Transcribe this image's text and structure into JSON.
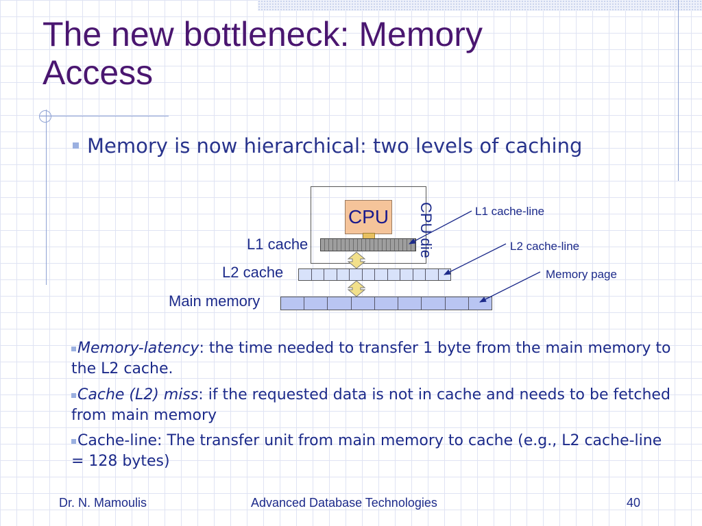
{
  "slide": {
    "title": "The new bottleneck: Memory Access",
    "bullet_main": "Memory is now hierarchical: two levels of caching",
    "diagram": {
      "cpu": "CPU",
      "cpu_die": "CPU die",
      "l1_cache": "L1 cache",
      "l2_cache": "L2 cache",
      "main_memory": "Main memory",
      "callout_l1": "L1 cache-line",
      "callout_l2": "L2 cache-line",
      "callout_page": "Memory page",
      "l2_cells": 12,
      "memory_cells": 9
    },
    "points": [
      {
        "term": "Memory-latency",
        "rest": ": the time needed to transfer 1 byte from the main memory to the L2 cache."
      },
      {
        "term": "Cache (L2) miss",
        "rest": ": if the requested data is not in cache and needs to be fetched from main memory"
      },
      {
        "text": "Cache-line: The transfer unit from main memory to cache (e.g., L2 cache-line = 128 bytes)"
      }
    ],
    "footer": {
      "author": "Dr. N. Mamoulis",
      "course": "Advanced Database Technologies",
      "page": "40"
    }
  },
  "colors": {
    "title": "#4a1670",
    "text": "#1c2a8a",
    "cpu_fill": "#f5c49a",
    "l2_fill": "#d8e2fa",
    "memory_fill": "#b9c5f2",
    "bullet": "#9bb0e0"
  }
}
